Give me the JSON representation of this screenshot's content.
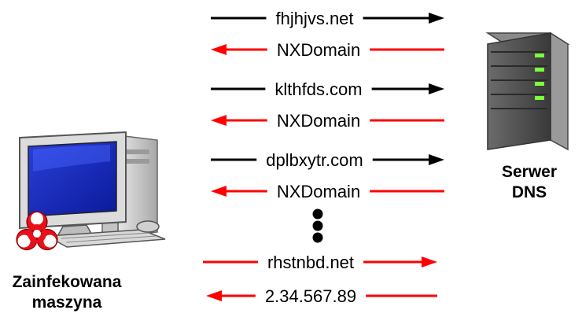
{
  "host": {
    "label_line1": "Zainfekowana",
    "label_line2": "maszyna"
  },
  "server": {
    "label_line1": "Serwer",
    "label_line2": "DNS"
  },
  "exchanges": [
    {
      "text": "fhjhjvs.net",
      "direction": "request",
      "color": "#000000"
    },
    {
      "text": "NXDomain",
      "direction": "response",
      "color": "#ff0000"
    },
    {
      "text": "klthfds.com",
      "direction": "request",
      "color": "#000000"
    },
    {
      "text": "NXDomain",
      "direction": "response",
      "color": "#ff0000"
    },
    {
      "text": "dplbxytr.com",
      "direction": "request",
      "color": "#000000"
    },
    {
      "text": "NXDomain",
      "direction": "response",
      "color": "#ff0000"
    },
    {
      "text": "rhstnbd.net",
      "direction": "request",
      "color": "#ff0000"
    },
    {
      "text": "2.34.567.89",
      "direction": "response",
      "color": "#ff0000"
    }
  ],
  "icons": {
    "computer": "computer-icon",
    "biohazard": "biohazard-icon",
    "server": "server-icon",
    "ellipsis": "vertical-ellipsis"
  }
}
